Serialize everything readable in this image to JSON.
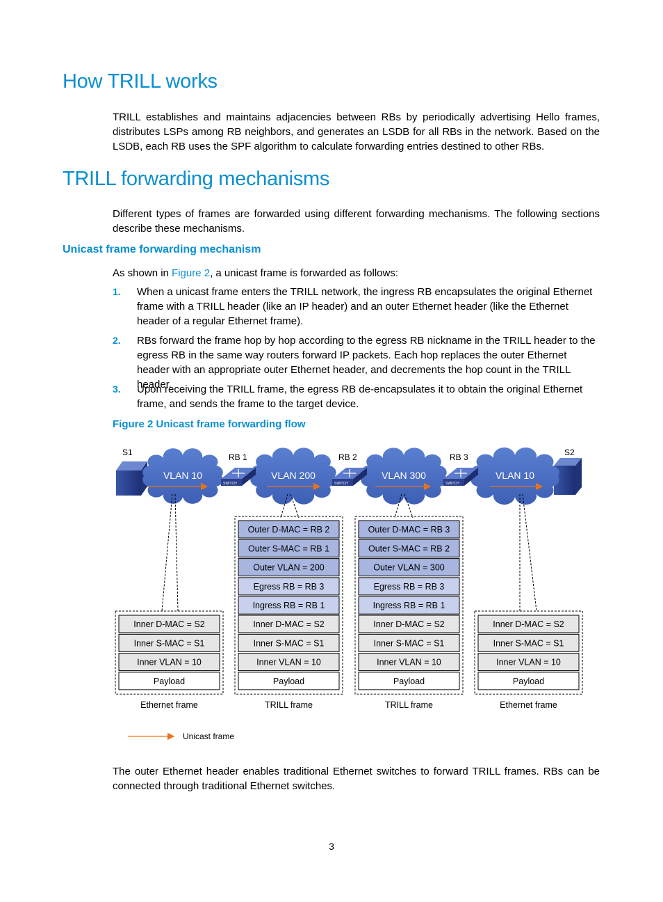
{
  "sections": {
    "how_title": "How TRILL works",
    "how_body": "TRILL establishes and maintains adjacencies between RBs by periodically advertising Hello frames, distributes LSPs among RB neighbors, and generates an LSDB for all RBs in the network. Based on the LSDB, each RB uses the SPF algorithm to calculate forwarding entries destined to other RBs.",
    "fwd_title": "TRILL forwarding mechanisms",
    "fwd_body": "Different types of frames are forwarded using different forwarding mechanisms. The following sections describe these mechanisms.",
    "unicast_title": "Unicast frame forwarding mechanism",
    "intro_pre": "As shown in ",
    "intro_link": "Figure 2",
    "intro_post": ", a unicast frame is forwarded as follows:",
    "steps": [
      {
        "num": "1.",
        "text": "When a unicast frame enters the TRILL network, the ingress RB encapsulates the original Ethernet frame with a TRILL header (like an IP header) and an outer Ethernet header (like the Ethernet header of a regular Ethernet frame)."
      },
      {
        "num": "2.",
        "text": "RBs forward the frame hop by hop according to the egress RB nickname in the TRILL header to the egress RB in the same way routers forward IP packets. Each hop replaces the outer Ethernet header with an appropriate outer Ethernet header, and decrements the hop count in the TRILL header."
      },
      {
        "num": "3.",
        "text": "Upon receiving the TRILL frame, the egress RB de-encapsulates it to obtain the original Ethernet frame, and sends the frame to the target device."
      }
    ],
    "figure_caption": "Figure 2 Unicast frame forwarding flow",
    "closing": "The outer Ethernet header enables traditional Ethernet switches to forward TRILL frames. RBs can be connected through traditional Ethernet switches.",
    "page_number": "3"
  },
  "figure": {
    "hosts": [
      "S1",
      "S2"
    ],
    "rbs": [
      "RB 1",
      "RB 2",
      "RB 3"
    ],
    "switch_label": "SWITCH",
    "vlans": [
      "VLAN 10",
      "VLAN 200",
      "VLAN 300",
      "VLAN 10"
    ],
    "frames": [
      {
        "caption": "Ethernet frame",
        "outer": [],
        "inner": [
          "Inner D-MAC = S2",
          "Inner S-MAC = S1",
          "Inner VLAN = 10",
          "Payload"
        ]
      },
      {
        "caption": "TRILL frame",
        "outer": [
          "Outer D-MAC = RB 2",
          "Outer S-MAC = RB 1",
          "Outer VLAN = 200",
          "Egress RB = RB 3",
          "Ingress RB = RB 1"
        ],
        "inner": [
          "Inner D-MAC = S2",
          "Inner S-MAC = S1",
          "Inner VLAN = 10",
          "Payload"
        ]
      },
      {
        "caption": "TRILL frame",
        "outer": [
          "Outer D-MAC = RB 3",
          "Outer S-MAC = RB 2",
          "Outer VLAN = 300",
          "Egress RB = RB 3",
          "Ingress RB = RB 1"
        ],
        "inner": [
          "Inner D-MAC = S2",
          "Inner S-MAC = S1",
          "Inner VLAN = 10",
          "Payload"
        ]
      },
      {
        "caption": "Ethernet frame",
        "outer": [],
        "inner": [
          "Inner D-MAC = S2",
          "Inner S-MAC = S1",
          "Inner VLAN = 10",
          "Payload"
        ]
      }
    ],
    "legend": "Unicast frame",
    "colors": {
      "cloud": "#4a6fc4",
      "outer_mac": "#a7b5df",
      "outer_trill": "#c7d0ec",
      "inner": "#e6e6e6",
      "arrow": "#e8731e",
      "heading": "#0a8fd1"
    }
  }
}
